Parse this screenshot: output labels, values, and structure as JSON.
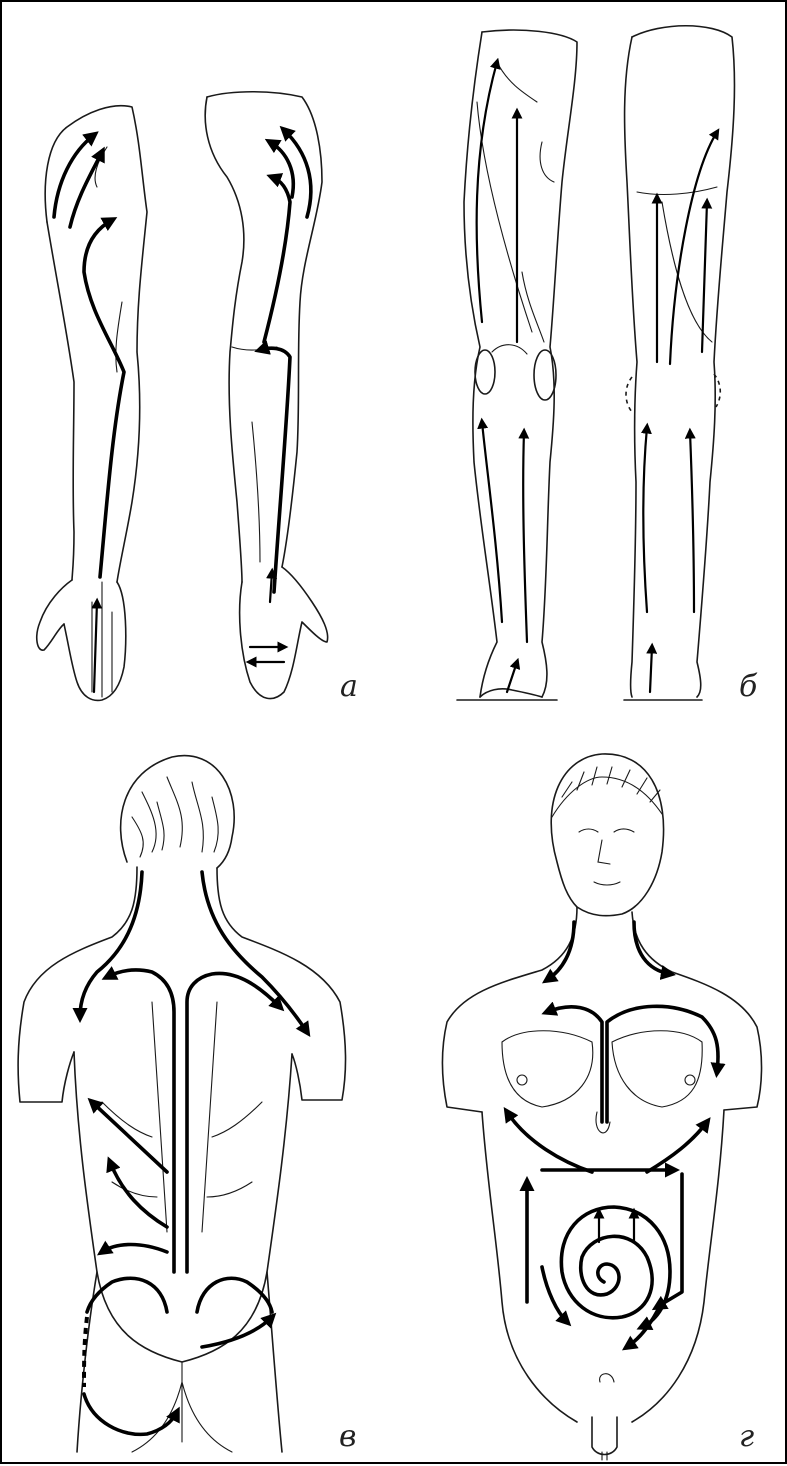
{
  "figure": {
    "panels": [
      {
        "id": "a",
        "label": "а",
        "subject": "arm-front-back"
      },
      {
        "id": "b",
        "label": "б",
        "subject": "leg-front-back"
      },
      {
        "id": "v",
        "label": "в",
        "subject": "back-torso"
      },
      {
        "id": "g",
        "label": "г",
        "subject": "front-torso"
      }
    ]
  },
  "colors": {
    "line": "#1a1a1a",
    "arrow": "#000000",
    "background": "#ffffff",
    "frame": "#000000"
  }
}
